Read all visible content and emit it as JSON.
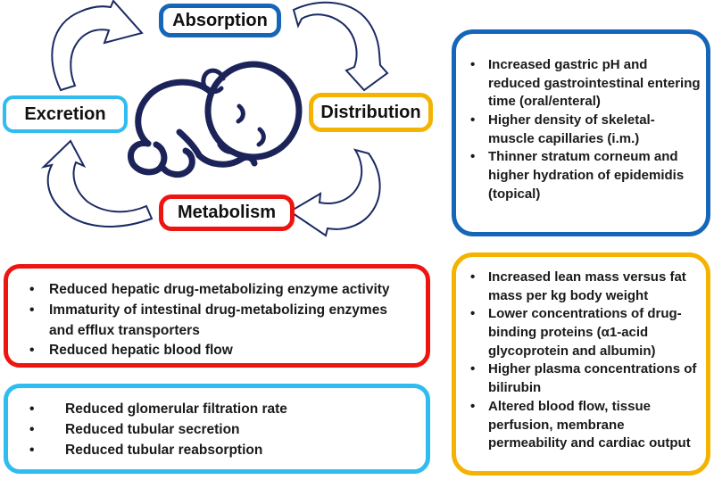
{
  "bullet_char": "•",
  "colors": {
    "absorption_blue": "#1566b8",
    "distribution_yellow": "#f5b301",
    "metabolism_red": "#ee1511",
    "excretion_cyan": "#2fbcf0",
    "line_navy": "#1b2a63"
  },
  "cycle": {
    "nodes": [
      {
        "label": "Absorption"
      },
      {
        "label": "Distribution"
      },
      {
        "label": "Metabolism"
      },
      {
        "label": "Excretion"
      }
    ]
  },
  "panels": {
    "absorption": {
      "bullets": [
        "Increased gastric pH and reduced gastrointestinal entering time (oral/enteral)",
        "Higher density of skeletal-muscle capillaries (i.m.)",
        "Thinner stratum corneum and higher hydration of epidemidis (topical)"
      ]
    },
    "distribution": {
      "bullets": [
        "Increased lean mass versus fat mass per kg body weight",
        "Lower concentrations of drug-binding proteins (α1-acid glycoprotein and albumin)",
        "Higher plasma concentrations of bilirubin",
        "Altered blood flow, tissue perfusion, membrane permeability and cardiac output"
      ]
    },
    "metabolism": {
      "bullets": [
        "Reduced hepatic drug-metabolizing enzyme activity",
        "Immaturity of intestinal drug-metabolizing enzymes and efflux transporters",
        "Reduced hepatic blood flow"
      ]
    },
    "excretion": {
      "bullets": [
        "Reduced glomerular filtration rate",
        "Reduced tubular secretion",
        "Reduced tubular reabsorption"
      ]
    }
  },
  "icons": {
    "baby": "sleeping-baby-line-art",
    "arrows": "hollow-curved-cycle-arrows"
  }
}
